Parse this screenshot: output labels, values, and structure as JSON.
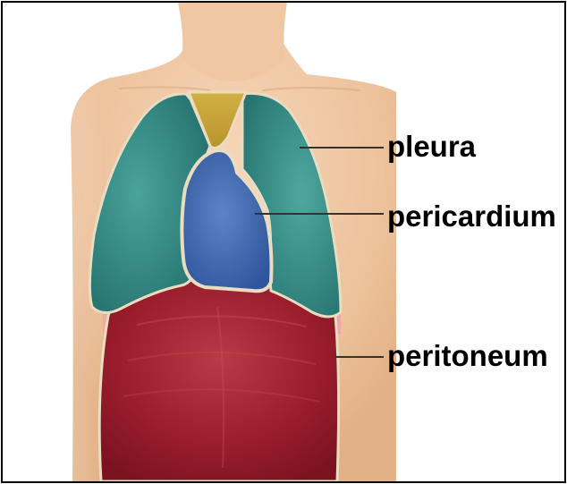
{
  "labels": {
    "pleura": "pleura",
    "pericardium": "pericardium",
    "peritoneum": "peritoneum"
  },
  "colors": {
    "skin": "#f1c9a6",
    "lung": "#2f8a86",
    "heart": "#3d68b0",
    "thymus": "#c9a53a",
    "abdomen": "#9b1b2a",
    "diaphragm_band": "#f0a3a3",
    "membrane_outline": "#e9dcc0"
  },
  "icons": {
    "torso": "human-torso-anatomy-illustration"
  }
}
